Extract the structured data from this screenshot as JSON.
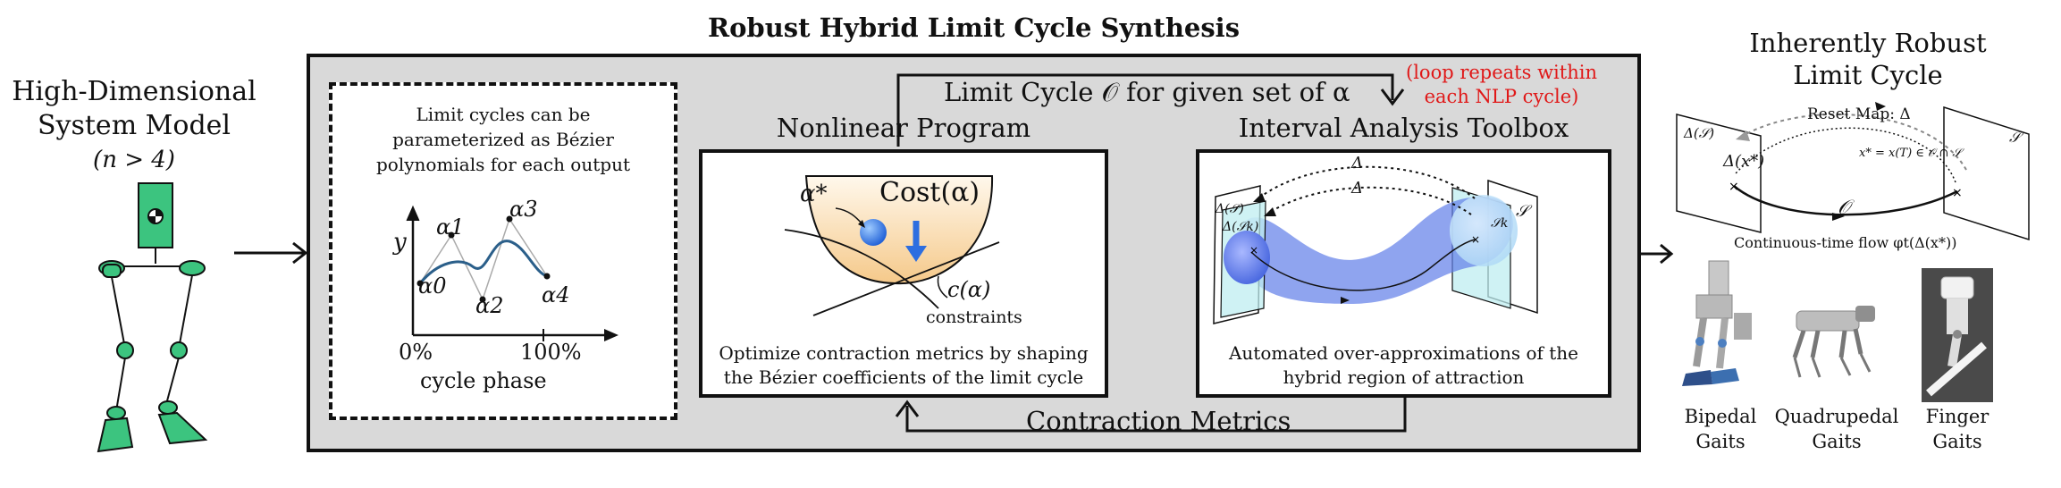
{
  "title": "Robust Hybrid Limit Cycle Synthesis",
  "left": {
    "heading_line1": "High-Dimensional",
    "heading_line2": "System Model",
    "heading_line3": "(n > 4)"
  },
  "bezier_box": {
    "caption_line1": "Limit cycles can be",
    "caption_line2": "parameterized as Bézier",
    "caption_line3": "polynomials for each output",
    "y_label": "y",
    "x_label": "cycle phase",
    "x_tick_0": "0%",
    "x_tick_100": "100%",
    "alpha_0": "α0",
    "alpha_1": "α1",
    "alpha_2": "α2",
    "alpha_3": "α3",
    "alpha_4": "α4"
  },
  "top_loop": {
    "label": "Limit Cycle 𝒪 for given set of α",
    "note_line1": "(loop repeats within",
    "note_line2": "each NLP cycle)"
  },
  "nlp": {
    "title": "Nonlinear Program",
    "alpha_star": "α*",
    "cost": "Cost(α)",
    "c_alpha": "c(α)",
    "constraints": "constraints",
    "caption_line1": "Optimize contraction metrics by shaping",
    "caption_line2": "the Bézier coefficients of the limit cycle"
  },
  "ia": {
    "title": "Interval Analysis Toolbox",
    "delta1": "Δ",
    "delta2": "Δ",
    "delta_s": "Δ(𝒮)",
    "delta_sk": "Δ(𝒮k)",
    "s": "𝒮",
    "sk": "𝒮k",
    "caption_line1": "Automated over-approximations of the",
    "caption_line2": "hybrid region of attraction"
  },
  "bottom_loop": {
    "label": "Contraction Metrics"
  },
  "right": {
    "heading_line1": "Inherently Robust",
    "heading_line2": "Limit Cycle",
    "reset_map": "Reset Map: Δ",
    "delta_s": "Δ(𝒮)",
    "delta_x": "Δ(x*)",
    "x_star": "x* = x(T) ∈ 𝒪 ∩ 𝒮",
    "s": "𝒮",
    "orbit": "𝒪",
    "flow": "Continuous-time flow φt(Δ(x*))",
    "gait1_line1": "Bipedal",
    "gait1_line2": "Gaits",
    "gait2_line1": "Quadrupedal",
    "gait2_line2": "Gaits",
    "gait3_line1": "Finger",
    "gait3_line2": "Gaits"
  },
  "colors": {
    "panel_gray": "#d9d9d9",
    "robot_green": "#3cc47f",
    "curve_blue": "#2b5f8a",
    "note_red": "#e01818",
    "bowl_orange": "#f5c98a",
    "tube_blue": "#4a6ee0",
    "plane_cyan": "#bfeef0"
  }
}
